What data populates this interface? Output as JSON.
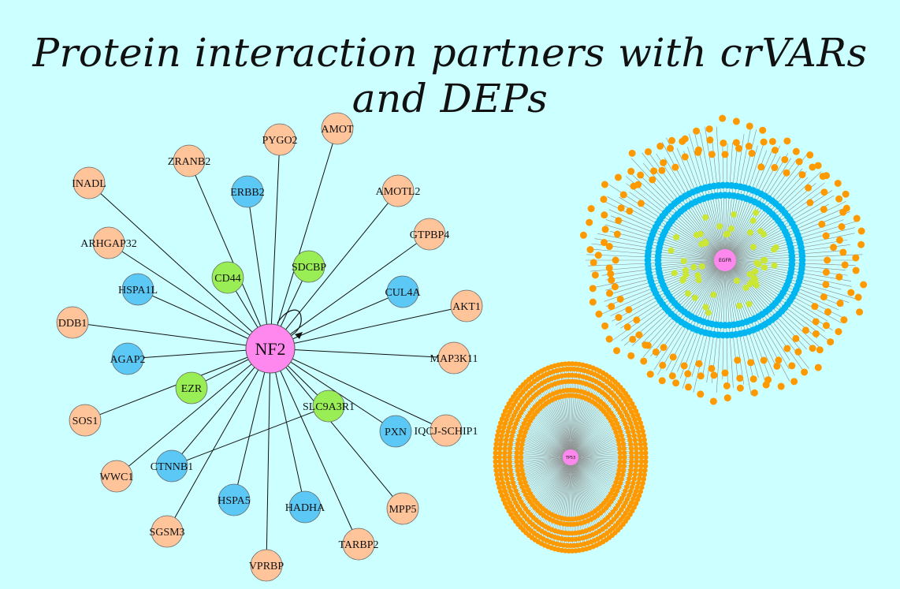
{
  "title": "Protein interaction partners with crVARs and DEPs",
  "colors": {
    "background": "#ccffff",
    "hub": "#ff88ee",
    "peach": "#ffc49a",
    "blue": "#5bc8f5",
    "green": "#99ee55",
    "edge": "#111111",
    "orange": "#ff9900",
    "cyan": "#00b6f0",
    "lime": "#cbe635",
    "gray_edge": "#8a8a8a"
  },
  "nf2_network": {
    "hub_label": "NF2",
    "nodes": [
      {
        "label": "PYGO2",
        "group": "peach"
      },
      {
        "label": "AMOT",
        "group": "peach"
      },
      {
        "label": "ZRANB2",
        "group": "peach"
      },
      {
        "label": "INADL",
        "group": "peach"
      },
      {
        "label": "ERBB2",
        "group": "blue"
      },
      {
        "label": "AMOTL2",
        "group": "peach"
      },
      {
        "label": "GTPBP4",
        "group": "peach"
      },
      {
        "label": "ARHGAP32",
        "group": "peach"
      },
      {
        "label": "CD44",
        "group": "green"
      },
      {
        "label": "SDCBP",
        "group": "green"
      },
      {
        "label": "HSPA1L",
        "group": "blue"
      },
      {
        "label": "CUL4A",
        "group": "blue"
      },
      {
        "label": "AKT1",
        "group": "peach"
      },
      {
        "label": "DDB1",
        "group": "peach"
      },
      {
        "label": "AGAP2",
        "group": "blue"
      },
      {
        "label": "MAP3K11",
        "group": "peach"
      },
      {
        "label": "EZR",
        "group": "green"
      },
      {
        "label": "SOS1",
        "group": "peach"
      },
      {
        "label": "SLC9A3R1",
        "group": "green"
      },
      {
        "label": "PXN",
        "group": "blue"
      },
      {
        "label": "IQCJ-SCHIP1",
        "group": "peach"
      },
      {
        "label": "WWC1",
        "group": "peach"
      },
      {
        "label": "CTNNB1",
        "group": "blue"
      },
      {
        "label": "HSPA5",
        "group": "blue"
      },
      {
        "label": "HADHA",
        "group": "blue"
      },
      {
        "label": "MPP5",
        "group": "peach"
      },
      {
        "label": "SGSM3",
        "group": "peach"
      },
      {
        "label": "TARBP2",
        "group": "peach"
      },
      {
        "label": "VPRBP",
        "group": "peach"
      }
    ]
  },
  "egfr_network": {
    "hub_label": "EGFR"
  },
  "tp53_network": {
    "hub_label": "TP53"
  }
}
